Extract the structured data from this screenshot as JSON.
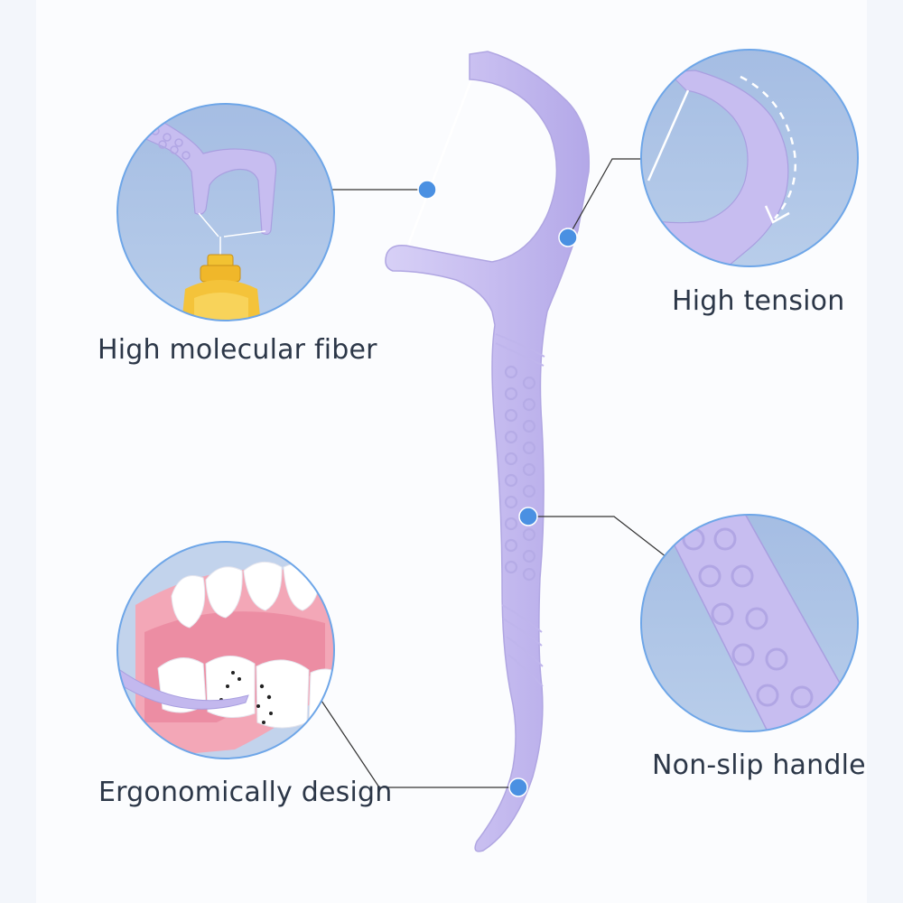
{
  "features": {
    "fiber": "High molecular fiber",
    "tension": "High tension",
    "ergonomic": "Ergonomically design",
    "handle": "Non-slip handle"
  },
  "colors": {
    "pick": "#c8bff0",
    "pick_dark": "#a99fe0",
    "circle_fill": "#a9c2e4",
    "circle_border": "#6ea6e8",
    "dot": "#4a90e2",
    "connector": "#333333",
    "text": "#2c3748"
  }
}
